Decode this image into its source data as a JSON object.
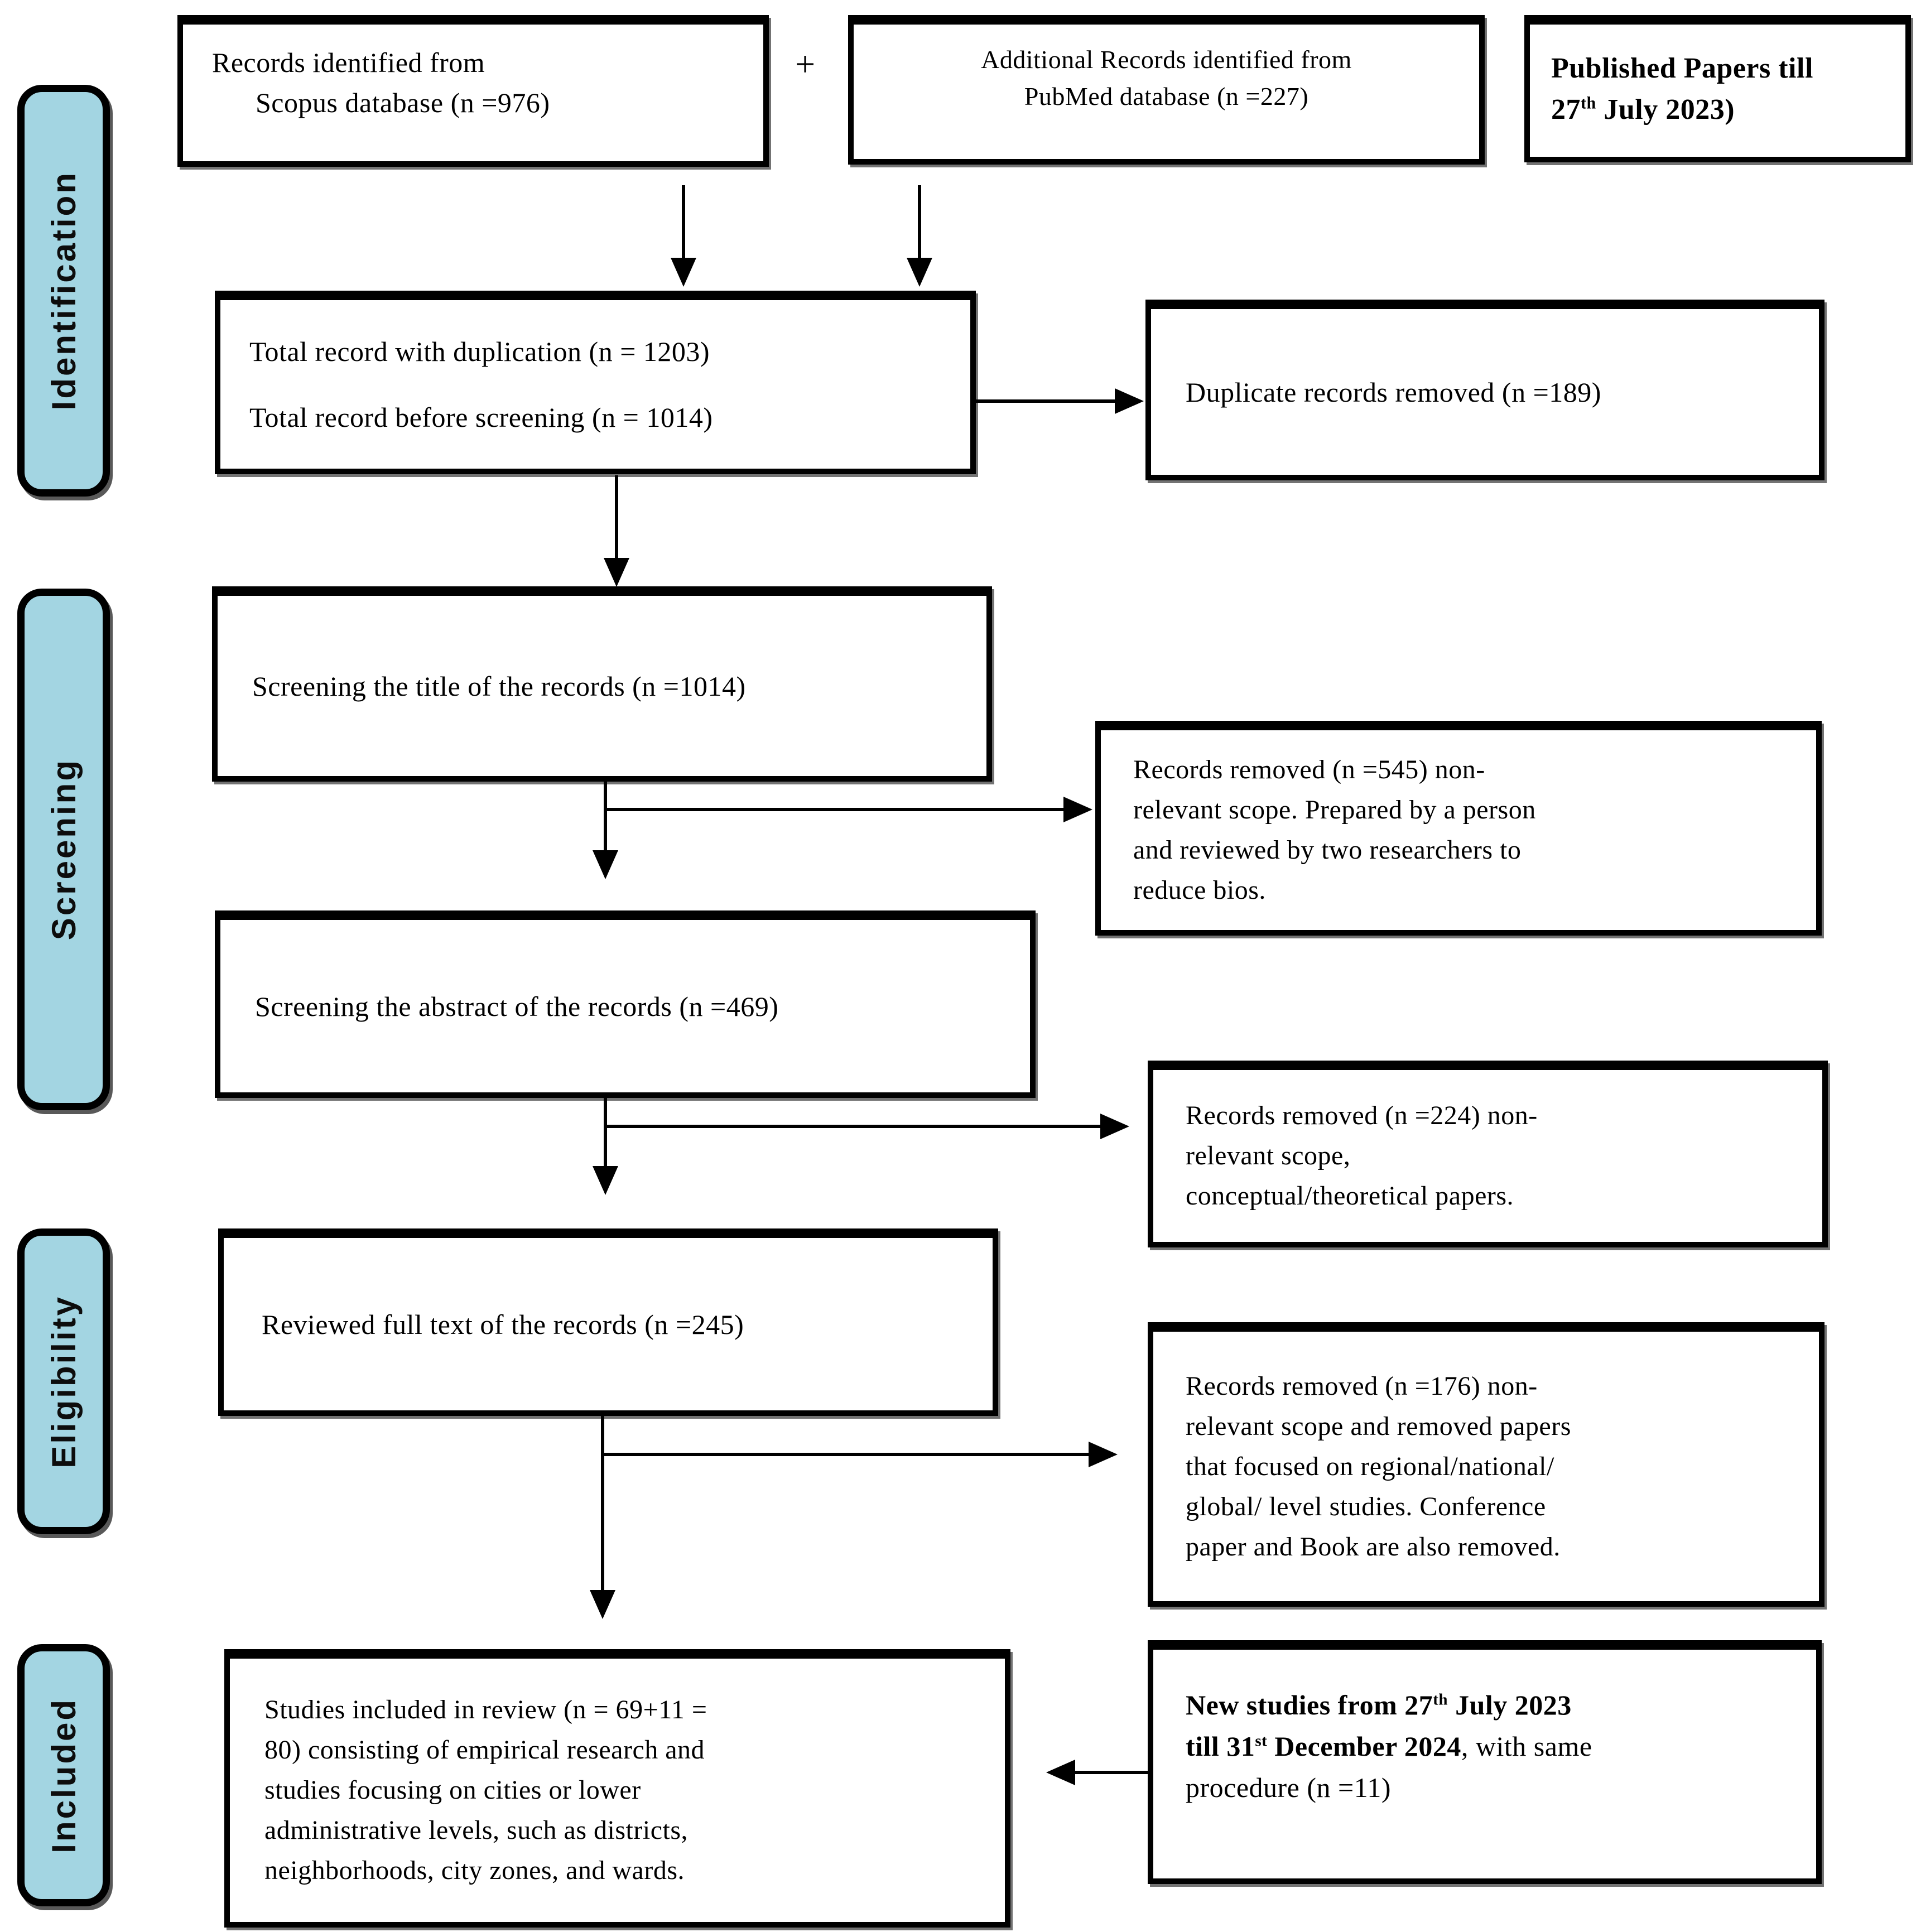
{
  "colors": {
    "stage_fill": "#a3d5e2",
    "box_background": "#ffffff",
    "line_color": "#000000"
  },
  "plus_sign": "+",
  "stages": [
    {
      "label": "Identification"
    },
    {
      "label": "Screening"
    },
    {
      "label": "Eligibility"
    },
    {
      "label": "Included"
    }
  ],
  "boxes": {
    "scopus": {
      "text": "Records identified from\n      Scopus database (n =976)"
    },
    "pubmed": {
      "text": "Additional Records identified from\nPubMed database (n =227)"
    },
    "published": {
      "line1": "Published Papers till",
      "l2_pre": "27",
      "l2_sup": "th",
      "l2_post": " July 2023)"
    },
    "total": {
      "line1": "Total record with duplication (n = 1203)",
      "line2": "Total record before screening (n = 1014)"
    },
    "duplicates": {
      "text": "Duplicate records removed (n =189)"
    },
    "screening_title": {
      "text": "Screening the title of the records (n =1014)"
    },
    "removed_545": {
      "text": "Records removed (n =545) non-\nrelevant scope. Prepared by a person\nand reviewed by two researchers to\nreduce bios."
    },
    "screening_abstract": {
      "text": "Screening the abstract of the records (n =469)"
    },
    "removed_224": {
      "text": "Records removed (n =224) non-\nrelevant scope,\nconceptual/theoretical papers."
    },
    "full_text": {
      "text": "Reviewed full text of the records (n =245)"
    },
    "removed_176": {
      "text": "Records removed (n =176) non-\nrelevant scope and removed papers\nthat focused on regional/national/\nglobal/ level studies. Conference\npaper and Book are also removed."
    },
    "included": {
      "text": "Studies included in review (n = 69+11 =\n80) consisting of empirical research and\nstudies focusing on cities or lower\nadministrative levels, such as districts,\nneighborhoods, city zones, and wards."
    },
    "new_studies": {
      "l1_bold_pre": "New studies from 27",
      "l1_sup": "th",
      "l1_bold_post": " July 2023",
      "l2_bold_pre": "till 31",
      "l2_sup": "st",
      "l2_bold_post": " December 2024",
      "l2_normal": ", with same",
      "l3": "procedure (n =11)"
    }
  }
}
